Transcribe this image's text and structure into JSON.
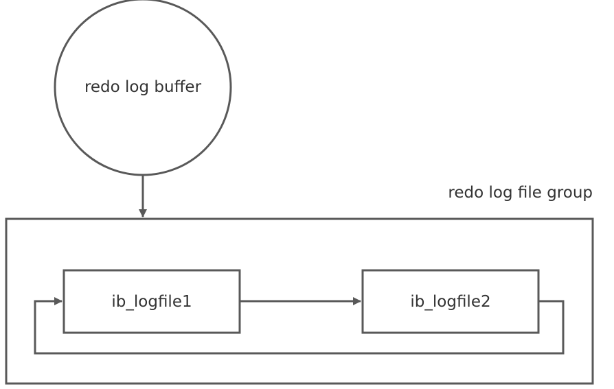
{
  "diagram": {
    "buffer": {
      "label": "redo log buffer"
    },
    "group": {
      "label": "redo log file group"
    },
    "files": [
      {
        "label": "ib_logfile1"
      },
      {
        "label": "ib_logfile2"
      }
    ],
    "colors": {
      "stroke": "#595959",
      "text": "#333333",
      "background": "#ffffff"
    }
  }
}
